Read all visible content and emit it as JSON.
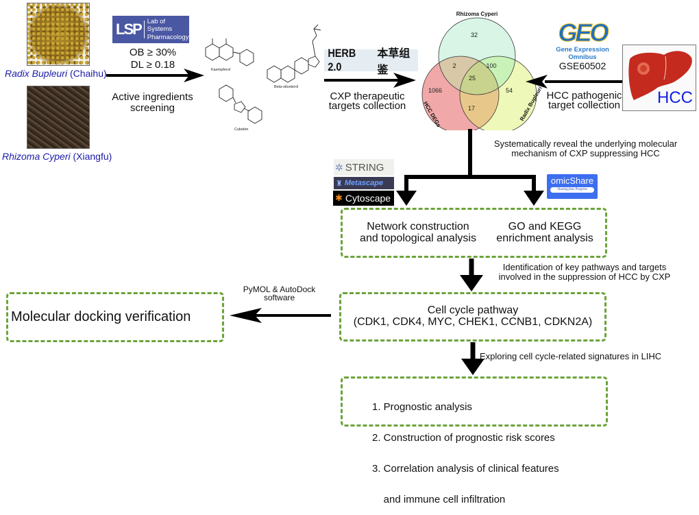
{
  "herbs": [
    {
      "latin": "Radix Bupleuri",
      "pinyin": "(Chaihu)",
      "image": "radix-bupleuri-photo"
    },
    {
      "latin": "Rhizoma Cyperi",
      "pinyin": "(Xiangfu)",
      "image": "rhizoma-cyperi-photo"
    }
  ],
  "lsp": {
    "logo_text": "LSP",
    "line1": "Lab of Systems",
    "line2": "Pharmacology"
  },
  "screening": {
    "criteria": [
      "OB ≥ 30%",
      "DL ≥ 0.18"
    ],
    "label": [
      "Active ingredients",
      "screening"
    ]
  },
  "molecules": [
    "Kaempferol",
    "Beta-sitosterol",
    "Cubebin"
  ],
  "herb_db": {
    "name": "HERB 2.0",
    "chinese": "本草组鉴"
  },
  "cxp_targets": [
    "CXP therapeutic",
    "targets collection"
  ],
  "venn": {
    "sets": [
      "Rhizoma Cyperi",
      "HCC DEGs",
      "Radix Bupleuri"
    ],
    "regions": {
      "rc_only": "32",
      "hcc_only": "1066",
      "rb_only": "54",
      "rc_hcc": "2",
      "rc_rb": "100",
      "hcc_rb": "17",
      "all": "25"
    },
    "colors": {
      "rc": "#d8f5e6",
      "hcc": "#f0a8a8",
      "rb": "#eef8b8"
    }
  },
  "geo": {
    "logo": "GEO",
    "subtitle": "Gene Expression Omnibus",
    "dataset": "GSE60502"
  },
  "hcc": {
    "label": "HCC",
    "collection": [
      "HCC pathogenic",
      "target collection"
    ]
  },
  "reveal": [
    "Systematically reveal the underlying molecular",
    "mechanism of CXP suppressing HCC"
  ],
  "tools_left": [
    "STRING",
    "Metascape",
    "Cytoscape"
  ],
  "tools_right": {
    "name": "omicShare",
    "tagline": "Sharing,thus Progress"
  },
  "analysis_box": {
    "left": [
      "Network construction",
      "and topological analysis"
    ],
    "right": [
      "GO and KEGG",
      "enrichment analysis"
    ]
  },
  "identify": [
    "Identification of key pathways and targets",
    "involved in the suppression of HCC by CXP"
  ],
  "cell_cycle": {
    "title": "Cell cycle pathway",
    "genes": "(CDK1, CDK4, MYC, CHEK1, CCNB1, CDKN2A)"
  },
  "docking": {
    "software": [
      "PyMOL & AutoDock",
      "software"
    ],
    "label": "Molecular docking verification"
  },
  "explore": "Exploring cell cycle-related signatures in LIHC",
  "final_box": [
    "1. Prognostic analysis",
    "2. Construction of prognostic risk scores",
    "3. Correlation analysis of clinical features",
    "    and immune cell infiltration"
  ],
  "colors": {
    "dash_green": "#6aa33a",
    "caption_blue": "#1a1aa8",
    "lsp_blue": "#4a57a2",
    "geo_blue": "#1f6fc0",
    "hcc_blue": "#1020e0"
  }
}
